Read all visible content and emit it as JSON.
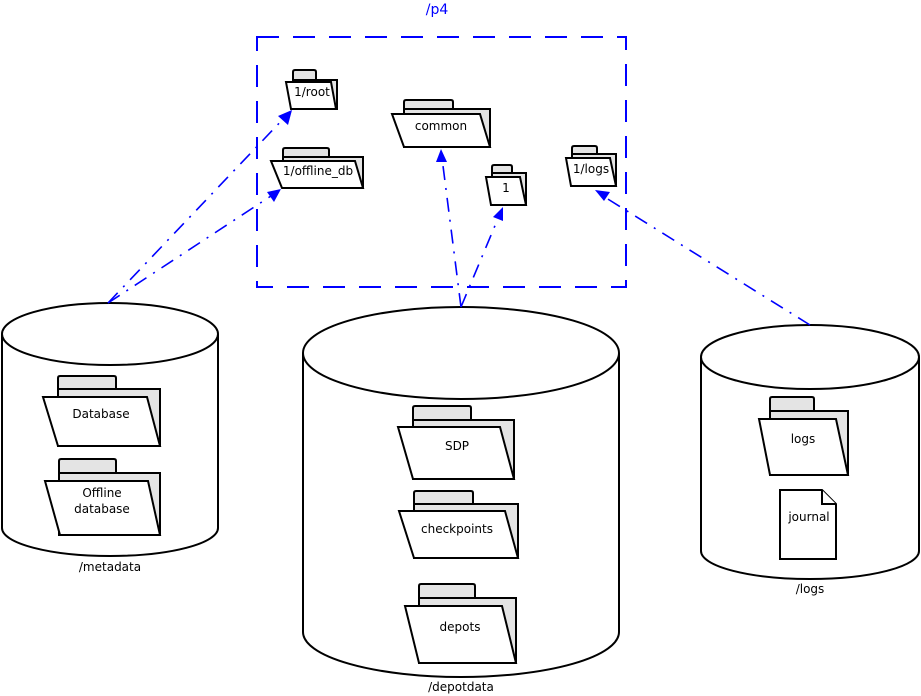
{
  "diagram": {
    "boundary": {
      "label": "/p4",
      "color": "#0000ff",
      "folders": [
        {
          "id": "root",
          "label": "1/root"
        },
        {
          "id": "offline_db",
          "label": "1/offline_db"
        },
        {
          "id": "common",
          "label": "common"
        },
        {
          "id": "one",
          "label": "1"
        },
        {
          "id": "logs_link",
          "label": "1/logs"
        }
      ]
    },
    "volumes": [
      {
        "id": "metadata",
        "label": "/metadata",
        "items": [
          {
            "type": "folder",
            "label": "Database"
          },
          {
            "type": "folder",
            "label_lines": [
              "Offline",
              "database"
            ]
          }
        ]
      },
      {
        "id": "depotdata",
        "label": "/depotdata",
        "items": [
          {
            "type": "folder",
            "label": "SDP"
          },
          {
            "type": "folder",
            "label": "checkpoints"
          },
          {
            "type": "folder",
            "label": "depots"
          }
        ]
      },
      {
        "id": "logs",
        "label": "/logs",
        "items": [
          {
            "type": "folder",
            "label": "logs"
          },
          {
            "type": "document",
            "label": "journal"
          }
        ]
      }
    ],
    "links": [
      {
        "from": "metadata",
        "to": "1/root",
        "style": "dash-dot",
        "arrow": "end"
      },
      {
        "from": "metadata",
        "to": "1/offline_db",
        "style": "dash-dot",
        "arrow": "end"
      },
      {
        "from": "depotdata",
        "to": "common",
        "style": "dash-dot",
        "arrow": "end"
      },
      {
        "from": "depotdata",
        "to": "1",
        "style": "dash-dot",
        "arrow": "end"
      },
      {
        "from": "logs",
        "to": "1/logs",
        "style": "dash-dot",
        "arrow": "end"
      }
    ]
  }
}
